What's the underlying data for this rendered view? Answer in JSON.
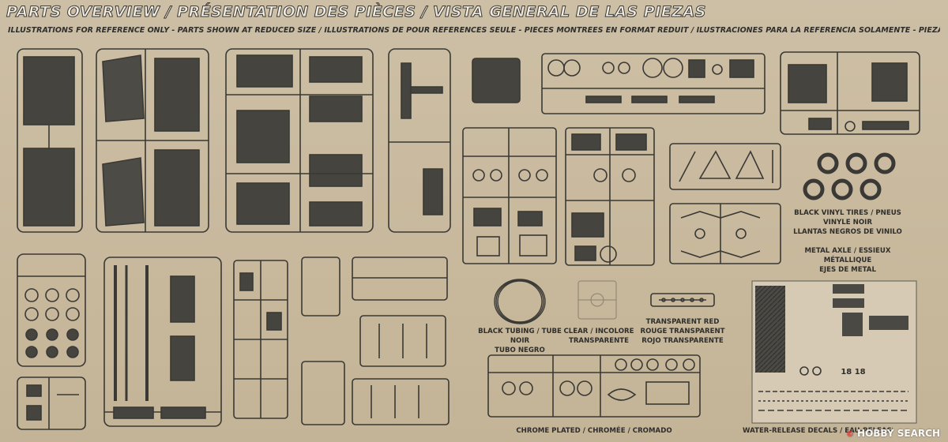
{
  "header": {
    "title": "PARTS OVERVIEW / PRÉSENTATION DES PIÈCES / VISTA GENERAL DE LAS PIEZAS",
    "subtitle": "ILLUSTRATIONS FOR REFERENCE ONLY - PARTS SHOWN AT REDUCED SIZE / ILLUSTRATIONS DE POUR RÉFÉRENCES SEULE - PIÈCES MONTRÉES EN FORMAT RÉDUIT / ILUSTRACIONES PARA LA REFERENCIA SOLAMENTE - PIEZAS SE MUESTRAN EN TAMAÑO REDUCIDO"
  },
  "labels": {
    "tires": [
      "BLACK VINYL TIRES / PNEUS VINYLE NOIR",
      "LLANTAS NEGROS DE VINILO"
    ],
    "axle": [
      "METAL AXLE / ESSIEUX MÉTALLIQUE",
      "EJES DE METAL"
    ],
    "tubing": [
      "BLACK TUBING / TUBE NOIR",
      "TUBO NEGRO"
    ],
    "clear": [
      "CLEAR / INCOLORE",
      "TRANSPARENTE"
    ],
    "red": [
      "TRANSPARENT RED",
      "ROUGE TRANSPARENT",
      "ROJO TRANSPARENTE"
    ],
    "chrome": "CHROME PLATED / CHROMÉE / CROMADO",
    "decals": "WATER-RELEASE DECALS / EAU-RELEASE DÉCALS / CALCOMANÍAS",
    "decal_numbers": "18 18"
  },
  "watermark": {
    "text": "HOBBY SEARCH",
    "mark": "©"
  },
  "colors": {
    "ink": "#3a3935",
    "board": "#c7b79c",
    "title_fill": "#f1ece2"
  }
}
